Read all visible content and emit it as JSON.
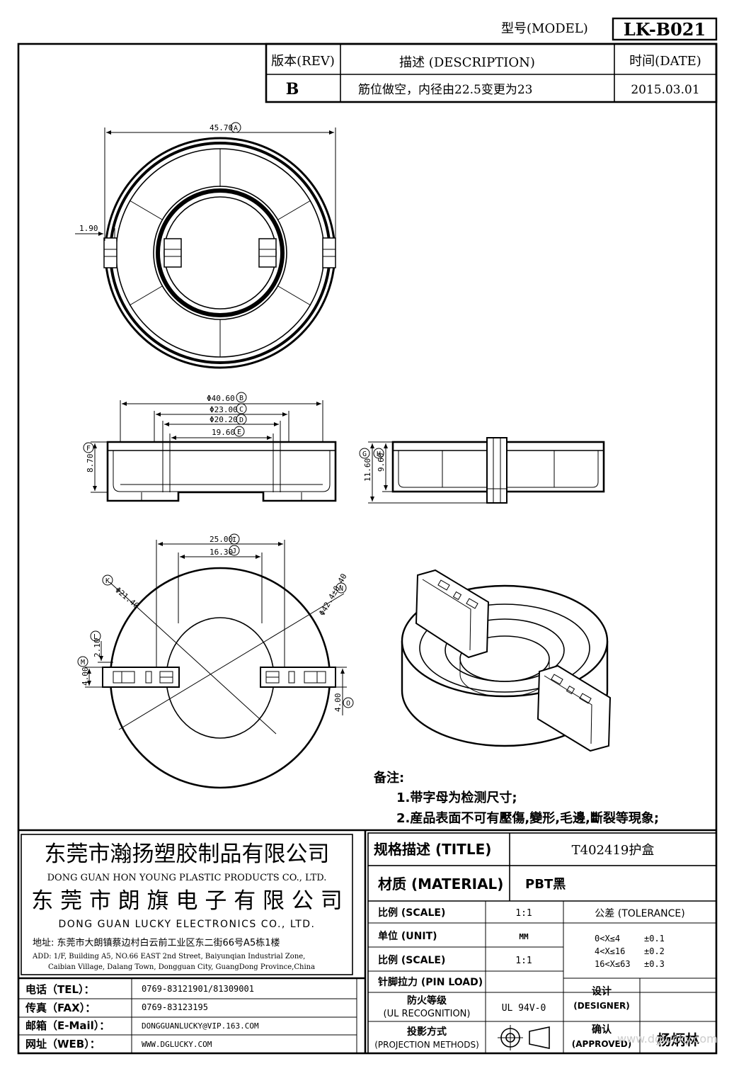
{
  "header": {
    "model_label": "型号(MODEL)",
    "model_value": "LK-B021"
  },
  "revision": {
    "rev_header": "版本(REV)",
    "desc_header": "描述 (DESCRIPTION)",
    "date_header": "时间(DATE)",
    "rev": "B",
    "description": "筋位做空，内径由22.5变更为23",
    "date": "2015.03.01"
  },
  "dimensions": {
    "a": "45.70",
    "a_tag": "A",
    "left_gap": "1.90",
    "b": "Φ40.60",
    "b_tag": "B",
    "c": "Φ23.00",
    "c_tag": "C",
    "d": "Φ20.20",
    "d_tag": "D",
    "e": "19.60",
    "e_tag": "E",
    "f": "8.70",
    "f_tag": "F",
    "g": "11.60",
    "g_tag": "G",
    "h": "9.60",
    "h_tag": "H",
    "i": "25.00",
    "i_tag": "I",
    "j": "16.30",
    "j_tag": "J",
    "k": "Φ21.40",
    "k_tag": "K",
    "l": "2.10",
    "l_tag": "L",
    "m": "4.00",
    "m_tag": "M",
    "n": "Φ42.4±0.40",
    "n_tag": "N",
    "o": "4.00",
    "o_tag": "O"
  },
  "notes": {
    "title": "备注:",
    "items": [
      "1.带字母为检测尺寸;",
      "2.産品表面不可有壓傷,變形,毛邊,斷裂等現象;"
    ]
  },
  "company": {
    "name1_cn": "东莞市瀚扬塑胶制品有限公司",
    "name1_en": "DONG GUAN HON YOUNG PLASTIC PRODUCTS CO., LTD.",
    "name2_cn": "东 莞 市 朗 旗 电 子 有 限 公 司",
    "name2_en": "DONG GUAN LUCKY ELECTRONICS CO., LTD.",
    "address_cn": "地址: 东莞市大朗镇蔡边村白云前工业区东二街66号A5栋1楼",
    "address_en1": "ADD: 1/F, Building A5, NO.66 EAST 2nd Street, Baiyunqian Industrial Zone,",
    "address_en2": "Caibian Village, Dalang Town, Dongguan City, GuangDong Province,China"
  },
  "contacts": [
    {
      "label": "电话（TEL）：",
      "value": "0769-83121901/81309001"
    },
    {
      "label": "传真（FAX）：",
      "value": "0769-83123195"
    },
    {
      "label": "邮箱（E-Mail）：",
      "value": "DONGGUANLUCKY@VIP.163.COM"
    },
    {
      "label": "网址（WEB）：",
      "value": "WWW.DGLUCKY.COM"
    }
  ],
  "spec": {
    "title_label": "规格描述 (TITLE)",
    "title_value": "T402419护盒",
    "material_label": "材质 (MATERIAL)",
    "material_value": "PBT黑",
    "scale_label": "比例 (SCALE)",
    "scale_value": "1:1",
    "unit_label": "单位 (UNIT)",
    "unit_value": "MM",
    "scale2_label": "比例 (SCALE)",
    "scale2_value": "1:1",
    "pinload_label": "针脚拉力 (PIN LOAD)",
    "ul_label1": "防火等级",
    "ul_label2": "(UL RECOGNITION)",
    "ul_value": "UL 94V-0",
    "proj_label1": "投影方式",
    "proj_label2": "(PROJECTION METHODS)",
    "tolerance_label": "公差 (TOLERANCE)",
    "tolerances": [
      {
        "range": "0<X≤4",
        "value": "±0.1"
      },
      {
        "range": "4<X≤16",
        "value": "±0.2"
      },
      {
        "range": "16<X≤63",
        "value": "±0.3"
      }
    ],
    "designer_label1": "设计",
    "designer_label2": "(DESIGNER)",
    "approved_label1": "确认",
    "approved_label2": "(APPROVED)",
    "approved_value": "杨炳林"
  },
  "watermark": "www.dglucky.com"
}
